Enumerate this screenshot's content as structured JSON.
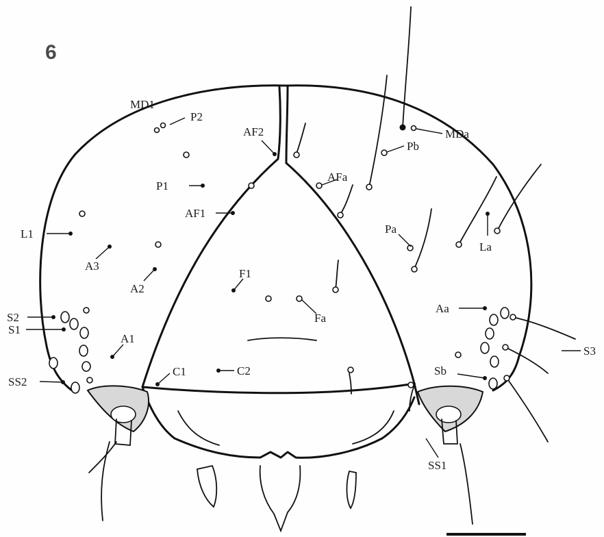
{
  "figure": {
    "number": "6",
    "labels": {
      "MD1": "MD1",
      "P2": "P2",
      "AF2": "AF2",
      "P1": "P1",
      "AF1": "AF1",
      "L1": "L1",
      "A3": "A3",
      "A2": "A2",
      "S2": "S2",
      "S1": "S1",
      "SS2": "SS2",
      "A1": "A1",
      "C1": "C1",
      "C2": "C2",
      "F1": "F1",
      "Fa": "Fa",
      "MDa": "MDa",
      "Pb": "Pb",
      "AFa": "AFa",
      "Pa": "Pa",
      "La": "La",
      "Aa": "Aa",
      "S3": "S3",
      "Sb": "Sb",
      "SS1": "SS1"
    }
  }
}
